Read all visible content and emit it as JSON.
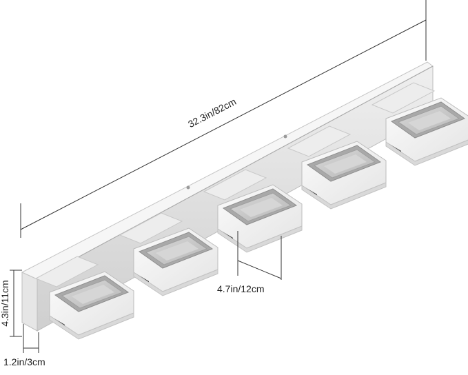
{
  "dimensions": {
    "length_label": "32.3in/82cm",
    "spacing_label": "4.7in/12cm",
    "height_label": "4.3in/11cm",
    "depth_label": "1.2in/3cm"
  },
  "product": {
    "light_count": 5,
    "colors": {
      "bar_top": "#f4f4f4",
      "bar_front": "#dcdcdc",
      "bar_edge": "#bdbdbd",
      "frame": "#f2f2f2",
      "panel": "#c9c9c9",
      "panel_center": "#d8d8d8",
      "dimension_line": "#333333"
    }
  }
}
